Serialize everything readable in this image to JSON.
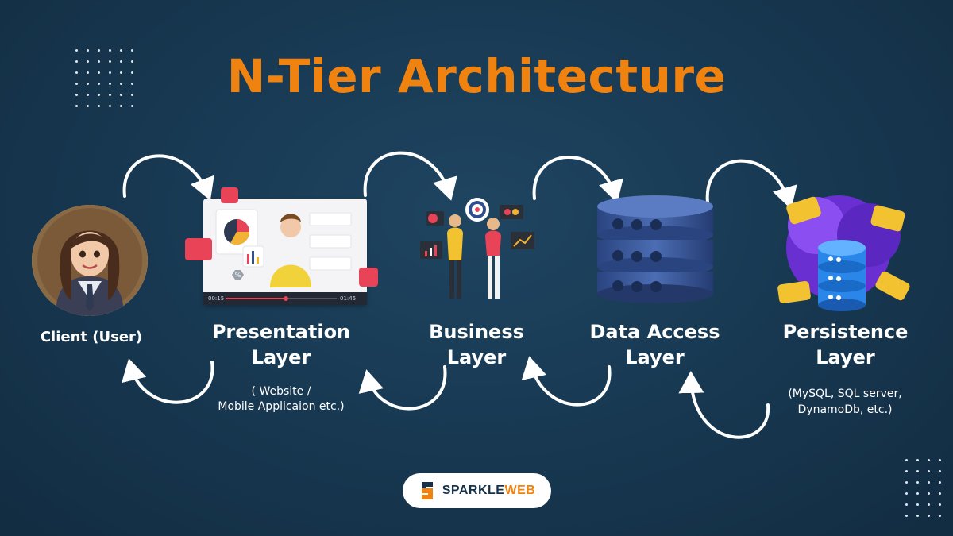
{
  "title": "N-Tier Architecture",
  "nodes": {
    "client": {
      "label": "Client (User)"
    },
    "presentation": {
      "label_line1": "Presentation",
      "label_line2": "Layer",
      "sub_line1": "( Website /",
      "sub_line2": "Mobile Applicaion etc.)"
    },
    "business": {
      "label_line1": "Business",
      "label_line2": "Layer"
    },
    "data_access": {
      "label_line1": "Data Access",
      "label_line2": "Layer"
    },
    "persistence": {
      "label_line1": "Persistence",
      "label_line2": "Layer",
      "sub_line1": "(MySQL, SQL server,",
      "sub_line2": "DynamoDb, etc.)"
    }
  },
  "video_player": {
    "current_time": "00:15",
    "total_time": "01:45"
  },
  "brand": {
    "part1": "SPARKLE",
    "part2": "WEB"
  },
  "colors": {
    "title": "#f0820f",
    "background": "#173750",
    "db_blue": "#2f4f8f",
    "accent_red": "#e84357"
  }
}
